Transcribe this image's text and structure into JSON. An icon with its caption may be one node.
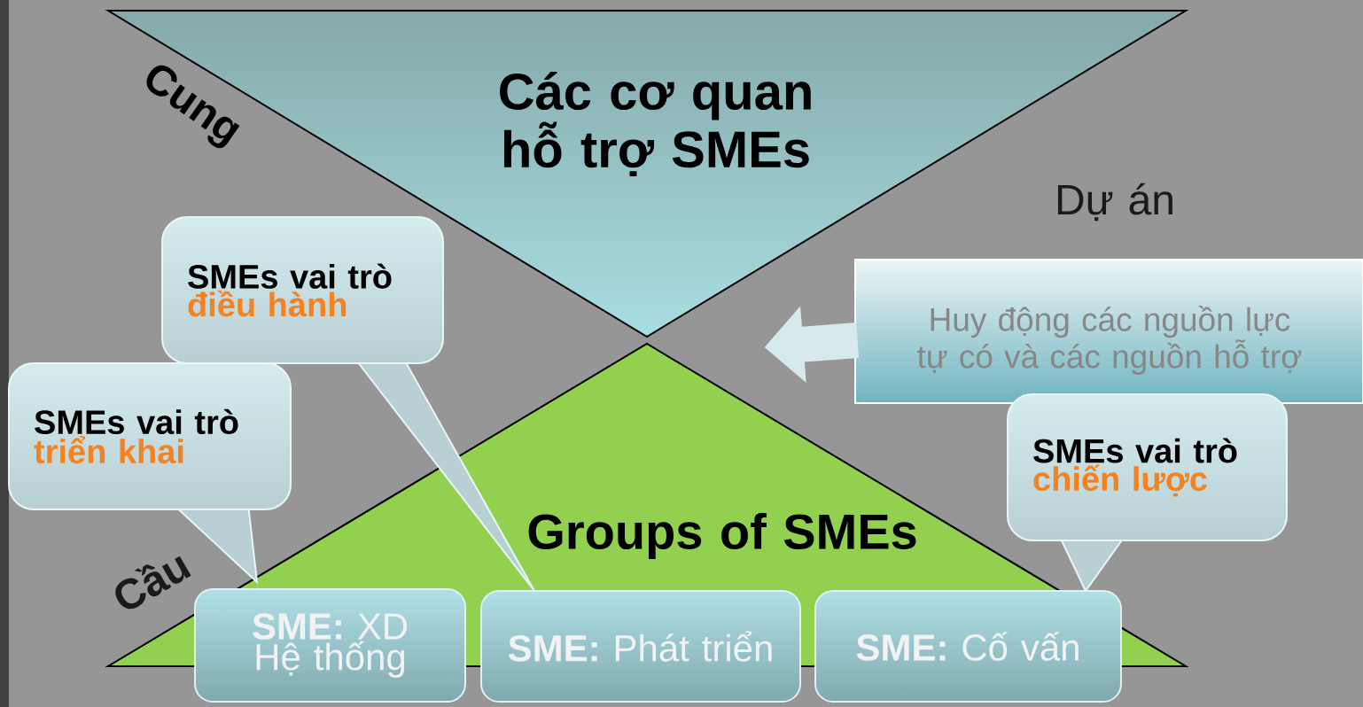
{
  "diagram": {
    "nodes": [
      {
        "text": [
          "Các cơ quan hỗ trợ SMEs"
        ]
      },
      {
        "text": [
          "Groups of SMEs"
        ]
      },
      {
        "text": [
          "SMEs vai trò",
          "điều hành"
        ]
      },
      {
        "text": [
          "SMEs vai trò",
          "triển khai"
        ]
      },
      {
        "text": [
          "Huy động  các nguồn lực tự có và các nguồn hỗ trợ"
        ]
      },
      {
        "text": [
          "SMEs vai trò",
          "chiến lược"
        ]
      },
      {
        "text": [
          "**SME:** XD Hệ thống"
        ]
      },
      {
        "text": [
          "**SME:** Phát triển"
        ]
      },
      {
        "text": [
          "**SME:** Cố vấn"
        ]
      }
    ],
    "edges": [
      {
        "from": 4,
        "to": 1,
        "arrow": "to"
      }
    ],
    "labels": [
      "Cung",
      "Dự án",
      "Cầu"
    ]
  }
}
